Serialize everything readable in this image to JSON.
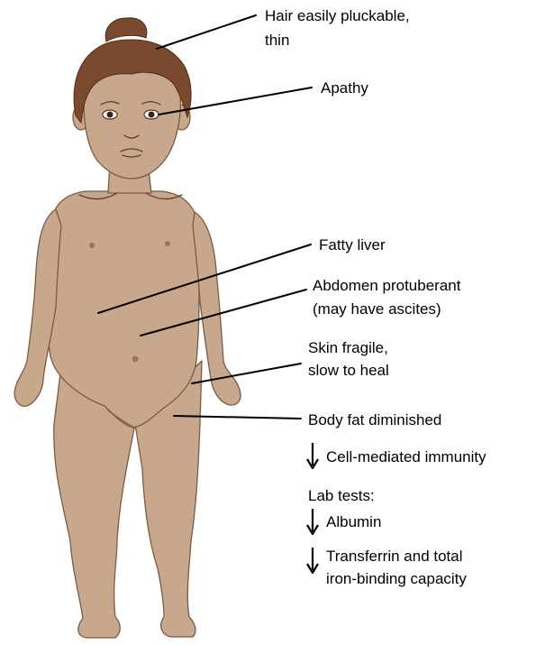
{
  "labels": {
    "hair_line1": "Hair easily pluckable,",
    "hair_line2": "thin",
    "apathy": "Apathy",
    "fatty_liver": "Fatty liver",
    "abdomen_line1": "Abdomen protuberant",
    "abdomen_line2": "(may have ascites)",
    "skin_line1": "Skin fragile,",
    "skin_line2": "slow to heal",
    "body_fat": "Body fat diminished",
    "cell_immunity": "Cell-mediated immunity",
    "lab_tests": "Lab tests:",
    "albumin": "Albumin",
    "transferrin_line1": "Transferrin and total",
    "transferrin_line2": "iron-binding capacity"
  },
  "indicators": {
    "cell_immunity": "decreased",
    "albumin": "decreased",
    "transferrin": "decreased"
  },
  "colors": {
    "skin": "#c8a88d",
    "skin_outline": "#7a5a44",
    "hair": "#7b4a2e",
    "leader_line": "#000000"
  }
}
